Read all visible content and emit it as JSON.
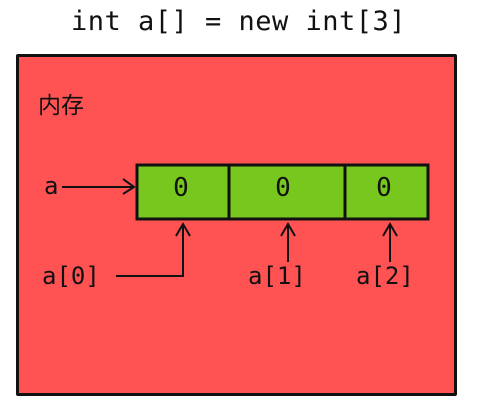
{
  "title": "int a[] = new int[3]",
  "memory": {
    "label": "内存",
    "color": "#ff5252"
  },
  "array": {
    "pointer_label": "a",
    "cell_color": "#77c71f",
    "cells": [
      "0",
      "0",
      "0"
    ],
    "index_labels": [
      "a[0]",
      "a[1]",
      "a[2]"
    ]
  }
}
